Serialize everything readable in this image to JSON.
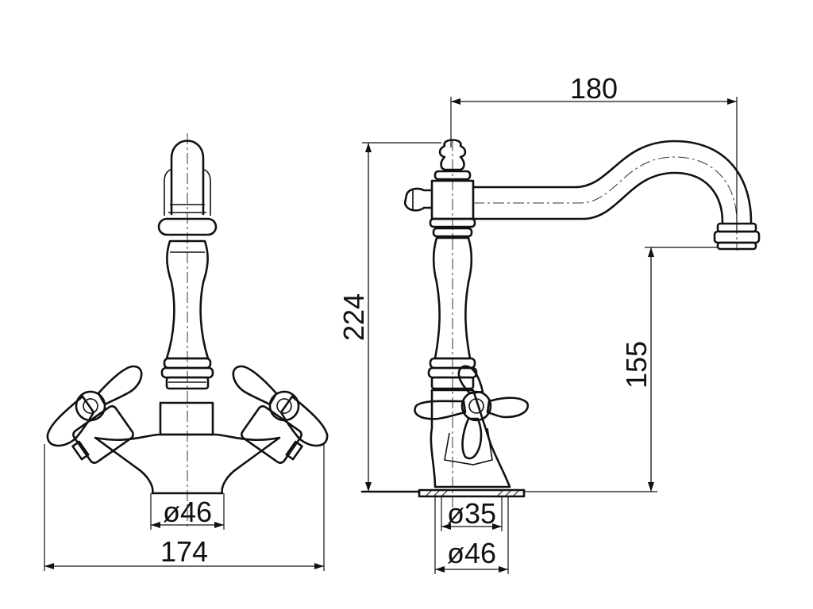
{
  "drawing": {
    "front_view": {
      "dimensions": {
        "base_diameter": "ø46",
        "overall_width": "174"
      }
    },
    "side_view": {
      "dimensions": {
        "spout_reach": "180",
        "overall_height": "224",
        "spout_height": "155",
        "base_inner_diameter": "ø35",
        "base_outer_diameter": "ø46"
      }
    }
  }
}
